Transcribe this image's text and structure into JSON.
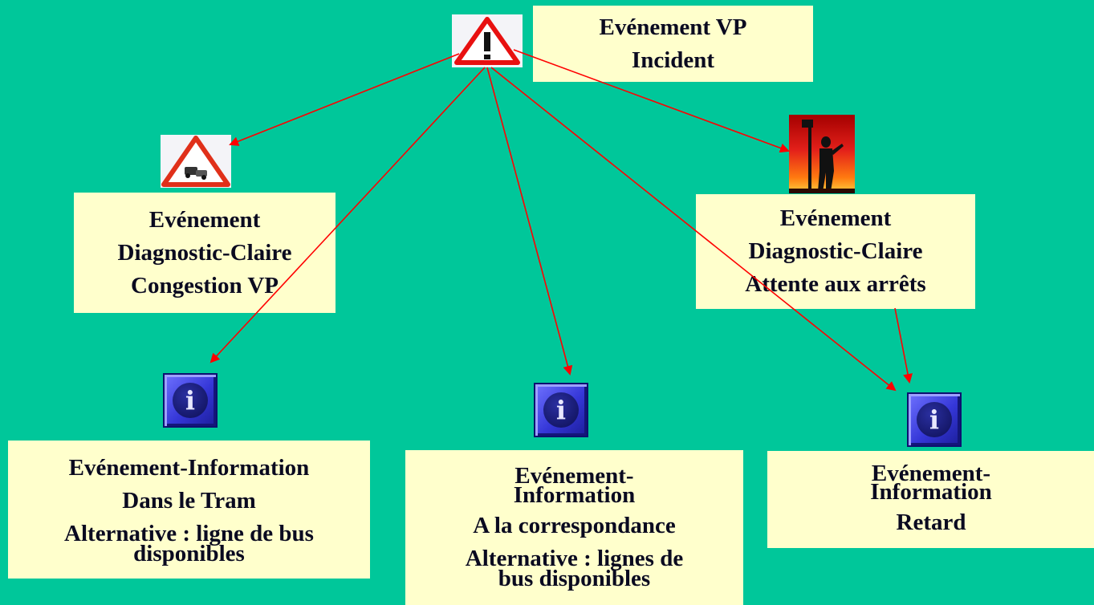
{
  "nodes": {
    "incident": {
      "lines": [
        "Evénement VP",
        "Incident"
      ]
    },
    "congestion": {
      "lines": [
        "Evénement",
        "Diagnostic-Claire",
        "Congestion VP"
      ]
    },
    "attente": {
      "lines": [
        "Evénement",
        "Diagnostic-Claire",
        "Attente aux arrêts"
      ]
    },
    "info_tram": {
      "lines": [
        "Evénement-Information",
        "Dans le Tram",
        "Alternative : ligne de bus",
        "disponibles"
      ]
    },
    "info_correspondance": {
      "lines": [
        "Evénement-",
        "Information",
        "A la correspondance",
        "Alternative : lignes de",
        "bus disponibles"
      ]
    },
    "info_retard": {
      "lines": [
        "Evénement-",
        "Information",
        "Retard"
      ]
    }
  },
  "icons": {
    "incident": "warning-triangle-icon",
    "congestion": "traffic-jam-warning-icon",
    "attente": "person-waiting-at-stop-icon",
    "info": "info-icon"
  },
  "colors": {
    "background": "#00c79a",
    "box": "#ffffcc",
    "arrow": "#ff0000",
    "info_blue": "#3537d8"
  },
  "edges": [
    {
      "from": "incident",
      "to": "congestion"
    },
    {
      "from": "incident",
      "to": "attente"
    },
    {
      "from": "incident",
      "to": "info_tram"
    },
    {
      "from": "incident",
      "to": "info_correspondance"
    },
    {
      "from": "incident",
      "to": "info_retard"
    },
    {
      "from": "attente",
      "to": "info_retard"
    }
  ]
}
